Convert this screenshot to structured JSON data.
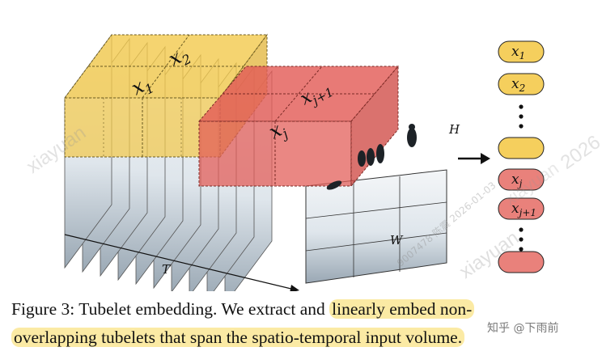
{
  "figure": {
    "tokens_left": [
      {
        "base": "x",
        "sub": "1"
      },
      {
        "base": "x",
        "sub": "2"
      },
      {
        "base": "x",
        "sub": "j"
      },
      {
        "base": "x",
        "sub": "j+1"
      }
    ],
    "axis": {
      "T": "T",
      "H": "H",
      "W": "W"
    },
    "token_column": [
      {
        "base": "x",
        "sub": "1",
        "color": "#f5cf5d"
      },
      {
        "base": "x",
        "sub": "2",
        "color": "#f5cf5d"
      },
      {
        "base": "",
        "sub": "",
        "color": "#f5cf5d"
      },
      {
        "base": "x",
        "sub": "j",
        "color": "#e9817b"
      },
      {
        "base": "x",
        "sub": "j+1",
        "color": "#e9817b"
      },
      {
        "base": "",
        "sub": "",
        "color": "#e9817b"
      }
    ],
    "colors": {
      "yellow": "#f2c94c",
      "red": "#e35d58"
    }
  },
  "caption": {
    "prefix": "Figure 3: Tubelet embedding. We extract and ",
    "highlight1": "linearly embed non-",
    "highlight2": "overlapping tubelets that span the spatio-temporal input volume."
  },
  "watermarks": {
    "w1": "xiayuan",
    "w2": "xiayuan",
    "w3": "xiayuan",
    "w4": "9007478 陈震 2026-01-03",
    "w5": "2026"
  },
  "credit": "知乎 @下雨前"
}
